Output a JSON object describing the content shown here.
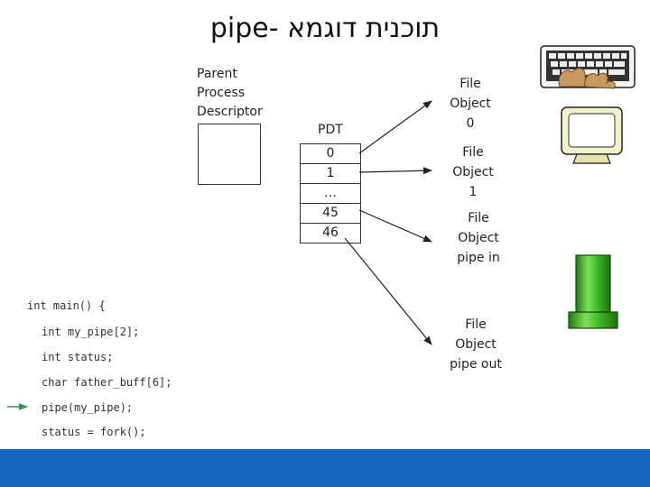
{
  "title": "pipe- תוכנית דוגמא",
  "parent_process_descriptor": {
    "label_lines": [
      "Parent",
      "Process",
      "Descriptor"
    ]
  },
  "pdt": {
    "label": "PDT",
    "rows": [
      "0",
      "1",
      "…",
      "45",
      "46"
    ]
  },
  "file_objects": [
    {
      "lines": [
        "File",
        "Object",
        "0"
      ]
    },
    {
      "lines": [
        "File",
        "Object",
        "1"
      ]
    },
    {
      "lines": [
        "File",
        "Object",
        "pipe in"
      ]
    },
    {
      "lines": [
        "File",
        "Object",
        "pipe out"
      ]
    }
  ],
  "code": {
    "lines": [
      "int main() {",
      "int my_pipe[2];",
      "int status;",
      "char father_buff[6];",
      "pipe(my_pipe);",
      "status = fork();"
    ],
    "current_line_index": 4
  },
  "icons": [
    "keyboard-icon",
    "monitor-icon",
    "pipe-icon",
    "current-line-arrow-icon"
  ],
  "colors": {
    "bottom_bar": "#1565c0",
    "pipe_green": "#2e9e1f",
    "current_line_arrow": "#2e9e3a"
  }
}
